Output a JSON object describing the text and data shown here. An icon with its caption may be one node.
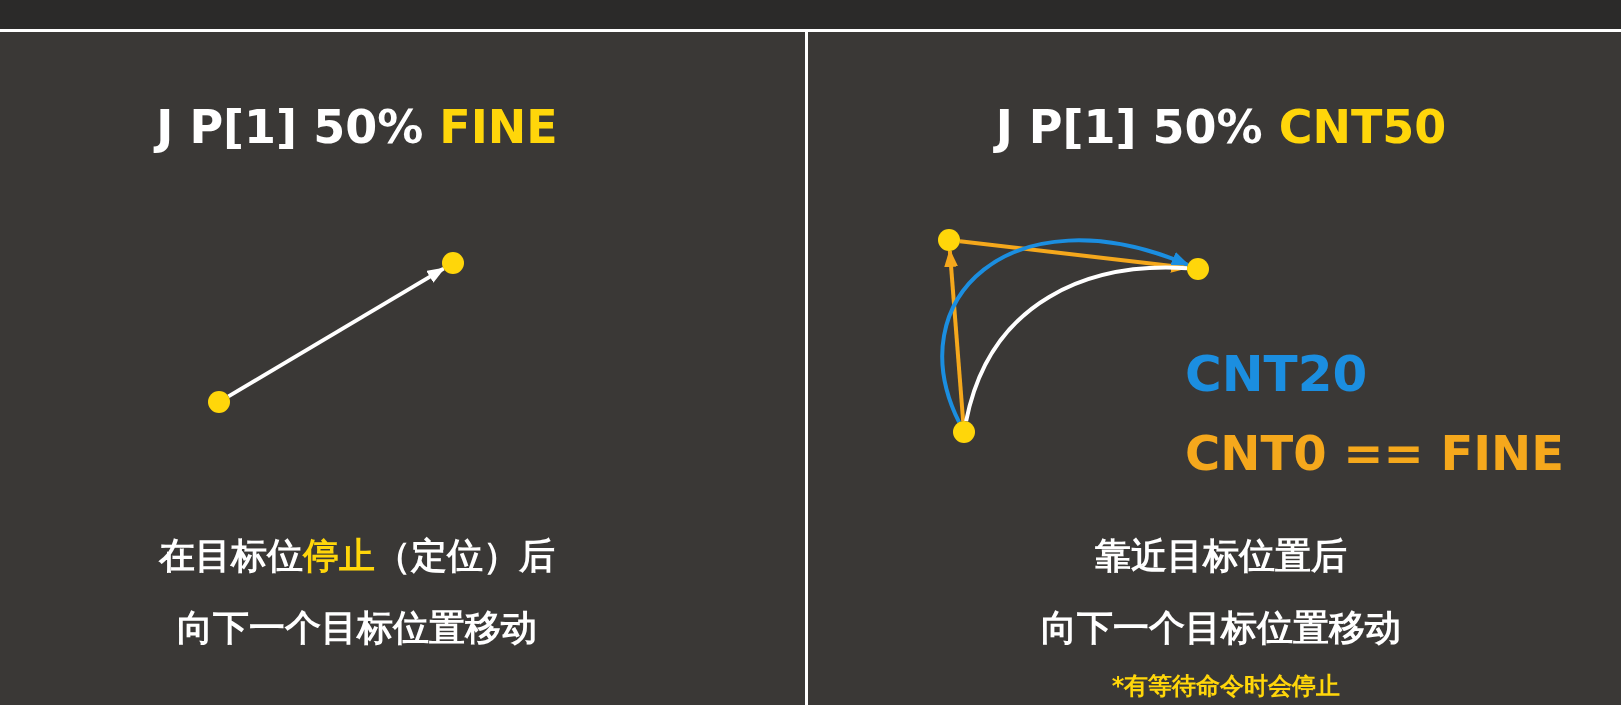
{
  "diagram": {
    "nodes": [
      {
        "text": [
          "J P[1] 50% **FINE**",
          "在目标位**停止**（定位）后向下一个目标位置移动"
        ]
      },
      {
        "text": [],
        "shape": "circle",
        "in": 0
      },
      {
        "text": [],
        "shape": "circle",
        "in": 0
      },
      {
        "text": [
          "J P[1] 50% **CNT50**",
          "靠近目标位置后向下一个目标位置移动"
        ]
      },
      {
        "text": [],
        "shape": "circle",
        "in": 3
      },
      {
        "text": [],
        "shape": "circle",
        "in": 3
      },
      {
        "text": [],
        "shape": "circle",
        "in": 3
      }
    ],
    "edges": [
      {
        "from": 1,
        "to": 2,
        "arrow": "to"
      },
      {
        "from": 6,
        "to": 4,
        "arrow": "to",
        "color": "#f5a81c"
      },
      {
        "from": 4,
        "to": 5,
        "arrow": "to",
        "color": "#f5a81c"
      },
      {
        "from": 6,
        "to": 5,
        "arrow": "to",
        "color": "#1b8ee0"
      },
      {
        "from": 6,
        "to": 5,
        "arrow": "none"
      }
    ],
    "labels": [
      "CNT20",
      "CNT0 == FINE",
      "*有等待命令时会停止"
    ]
  }
}
